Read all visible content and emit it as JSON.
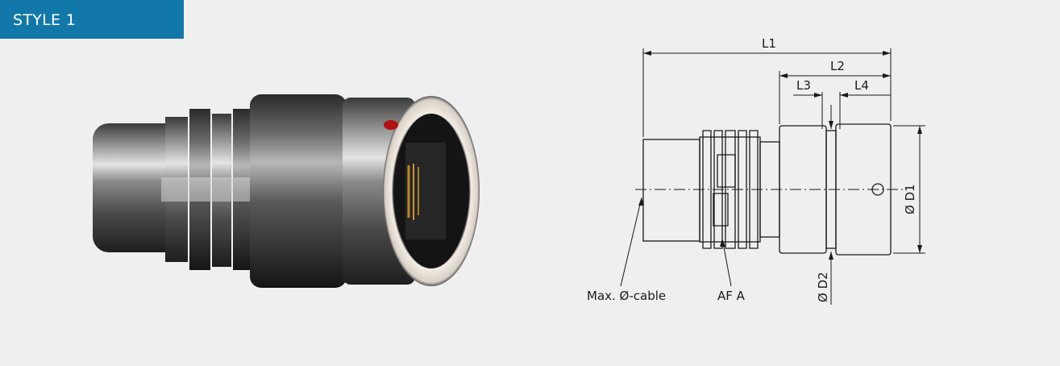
{
  "tab": {
    "label": "STYLE 1"
  },
  "drawing": {
    "labels": {
      "l1": "L1",
      "l2": "L2",
      "l3": "L3",
      "l4": "L4",
      "d1": "Ø D1",
      "d2": "Ø D2",
      "max_cable": "Max. Ø-cable",
      "af": "AF A"
    }
  },
  "colors": {
    "tab_bg": "#1278aa",
    "background": "#efefef",
    "indicator_dot": "#b01010"
  },
  "icons": {
    "photo": "connector-plug-photo"
  }
}
